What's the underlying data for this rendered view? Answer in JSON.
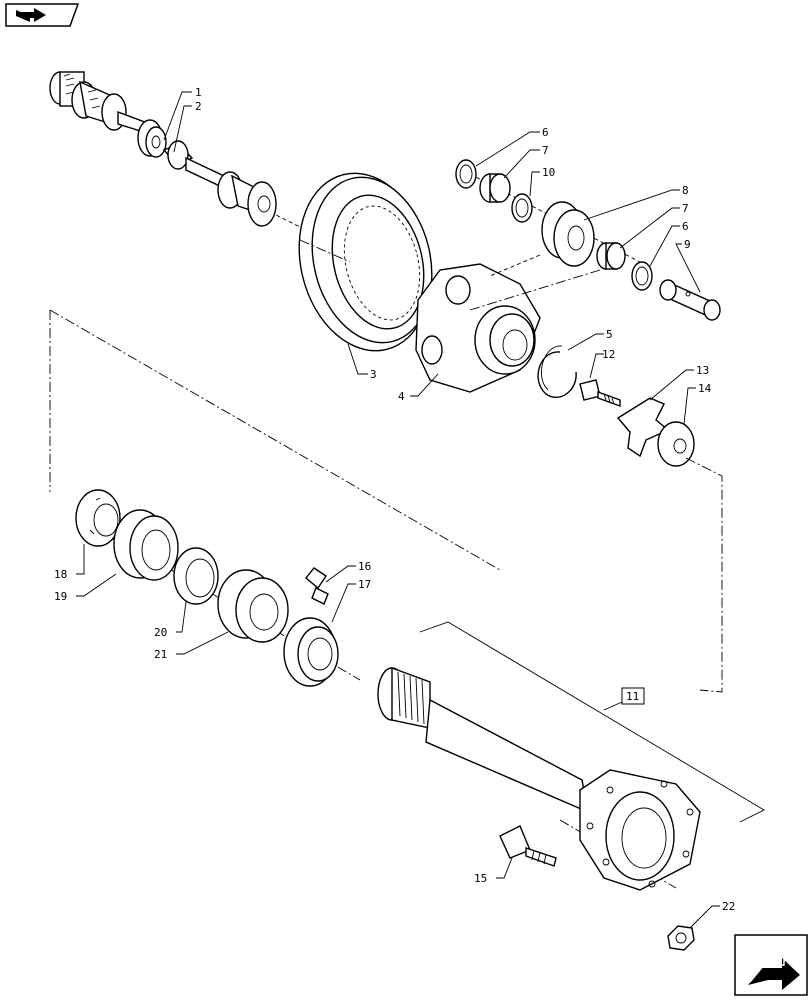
{
  "diagram": {
    "callouts": {
      "c1": "1",
      "c2": "2",
      "c3": "3",
      "c4": "4",
      "c5": "5",
      "c6a": "6",
      "c6b": "6",
      "c7a": "7",
      "c7b": "7",
      "c8": "8",
      "c9": "9",
      "c10": "10",
      "c11": "11",
      "c12": "12",
      "c13": "13",
      "c14": "14",
      "c15": "15",
      "c16": "16",
      "c17": "17",
      "c18": "18",
      "c19": "19",
      "c20": "20",
      "c21": "21",
      "c22": "22"
    },
    "icons": {
      "top_left": "book-arrow-icon",
      "bottom_right": "next-page-arrow-icon"
    }
  }
}
